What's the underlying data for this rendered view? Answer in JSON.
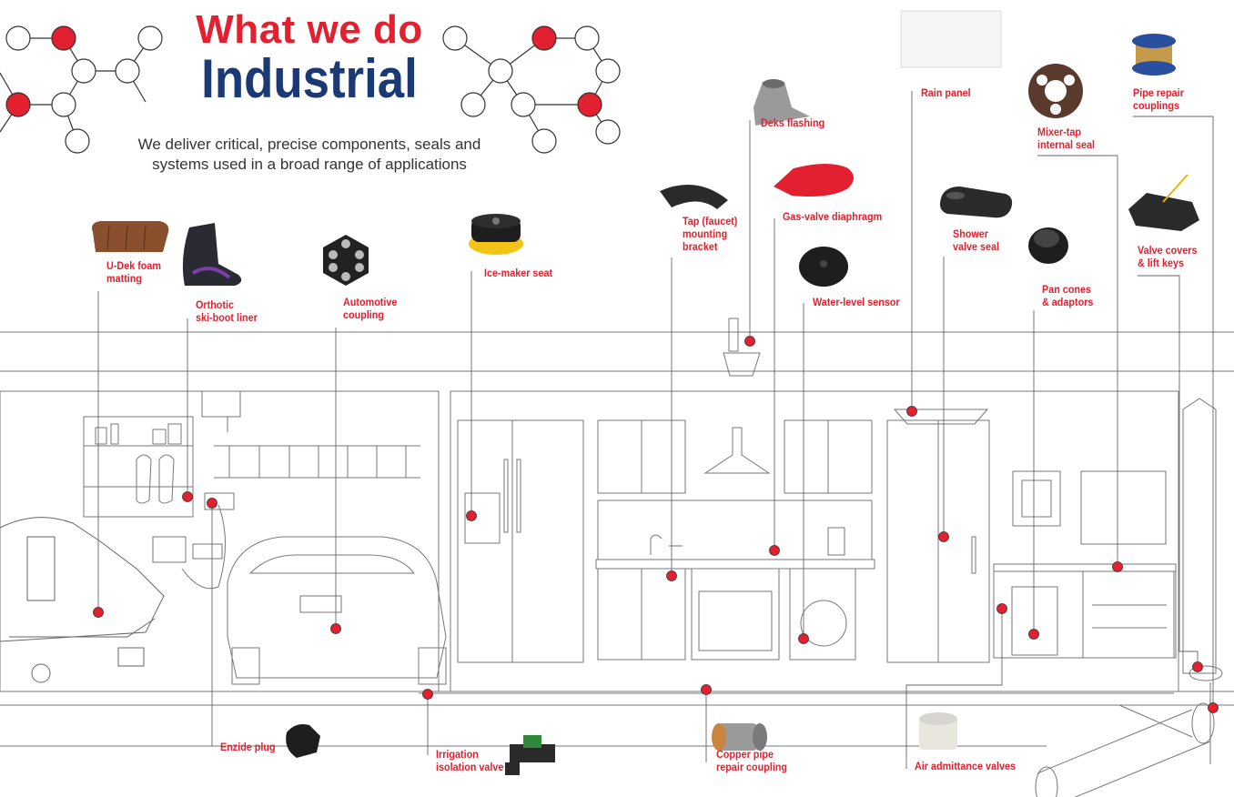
{
  "header": {
    "title_top": "What we do",
    "title_main": "Industrial",
    "subtitle_line1": "We deliver critical, precise components, seals and",
    "subtitle_line2": "systems used in a broad range of applications"
  },
  "colors": {
    "accent_red": "#e3202f",
    "navy": "#1b3a75",
    "line": "#555555"
  },
  "products": [
    {
      "id": "udek",
      "label": "U-Dek foam\nmatting"
    },
    {
      "id": "skiboot",
      "label": "Orthotic\nski-boot liner"
    },
    {
      "id": "automotive",
      "label": "Automotive\ncoupling"
    },
    {
      "id": "icemaker",
      "label": "Ice-maker seat"
    },
    {
      "id": "tapbracket",
      "label": "Tap (faucet)\nmounting\nbracket"
    },
    {
      "id": "deks",
      "label": "Deks flashing"
    },
    {
      "id": "gasvalve",
      "label": "Gas-valve diaphragm"
    },
    {
      "id": "waterlevel",
      "label": "Water-level sensor"
    },
    {
      "id": "rainpanel",
      "label": "Rain panel"
    },
    {
      "id": "showerseal",
      "label": "Shower\nvalve seal"
    },
    {
      "id": "mixertap",
      "label": "Mixer-tap\ninternal seal"
    },
    {
      "id": "pancones",
      "label": "Pan cones\n& adaptors"
    },
    {
      "id": "pipecouplings",
      "label": "Pipe repair\ncouplings"
    },
    {
      "id": "valvecovers",
      "label": "Valve covers\n& lift keys"
    },
    {
      "id": "enzide",
      "label": "Enzide plug"
    },
    {
      "id": "irrigation",
      "label": "Irrigation\nisolation valve"
    },
    {
      "id": "copperpipe",
      "label": "Copper pipe\nrepair coupling"
    },
    {
      "id": "airadmit",
      "label": "Air admittance valves"
    }
  ]
}
